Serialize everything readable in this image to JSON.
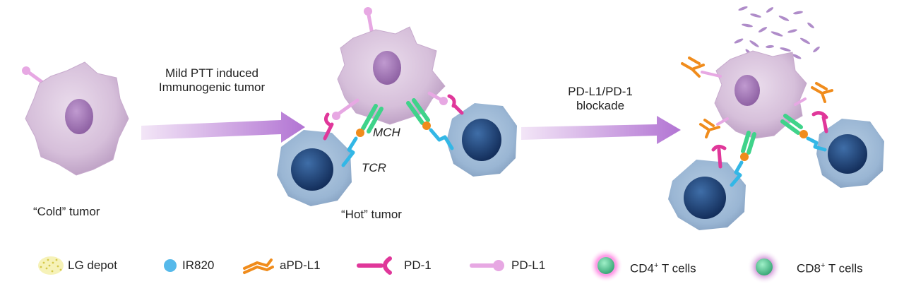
{
  "stages": {
    "cold": {
      "label": "“Cold” tumor"
    },
    "hot": {
      "label": "“Hot” tumor",
      "mch_label": "MCH",
      "tcr_label": "TCR"
    }
  },
  "arrows": {
    "first": {
      "line1": "Mild PTT induced",
      "line2": "Immunogenic tumor"
    },
    "second": {
      "line1": "PD-L1/PD-1",
      "line2": "blockade"
    }
  },
  "legend": {
    "lg_depot": "LG depot",
    "ir820": "IR820",
    "apdl1": "aPD-L1",
    "pd1": "PD-1",
    "pdl1": "PD-L1",
    "cd4_prefix": "CD4",
    "cd4_sup": "+",
    "cd4_suffix": " T cells",
    "cd8_prefix": "CD8",
    "cd8_sup": "+",
    "cd8_suffix": " T cells"
  },
  "colors": {
    "tumor_cell": "#d9c2dd",
    "tumor_nucleus": "#a77fb4",
    "t_cell": "#7da3c8",
    "t_cell_nucleus": "#24497e",
    "pd1": "#e0379a",
    "pdl1": "#e7a8e3",
    "apdl1": "#f08c1c",
    "ir820": "#56b9ea",
    "mhc": "#3fd38a",
    "tcr": "#33b7e6",
    "arrow": "#b980d6",
    "lg_depot": "#e8e07a"
  }
}
